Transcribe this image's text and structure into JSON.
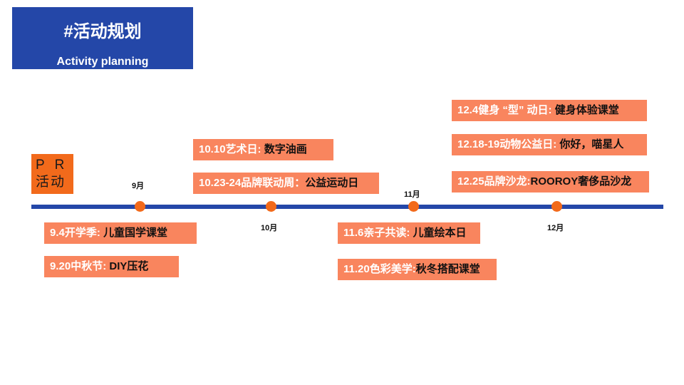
{
  "header": {
    "title": "#活动规划",
    "subtitle": "Activity planning"
  },
  "pr_box": {
    "line1": "PR",
    "line2": "活动"
  },
  "months": [
    "9月",
    "10月",
    "11月",
    "12月"
  ],
  "events": [
    {
      "label": "9.4开学季: ",
      "desc": "儿童国学课堂"
    },
    {
      "label": "9.20中秋节: ",
      "desc": " DIY压花"
    },
    {
      "label": "10.10艺术日: ",
      "desc": "数字油画"
    },
    {
      "label": "10.23-24品牌联动周：",
      "desc": "公益运动日"
    },
    {
      "label": "11.6亲子共读: ",
      "desc": "儿童绘本日"
    },
    {
      "label": "11.20色彩美学:",
      "desc": "秋冬搭配课堂"
    },
    {
      "label": "12.4健身 “型” 动日: ",
      "desc": "健身体验课堂"
    },
    {
      "label": "12.18-19动物公益日: ",
      "desc": "你好，喵星人"
    },
    {
      "label": "12.25品牌沙龙:",
      "desc": "ROOROY奢侈品沙龙"
    }
  ],
  "colors": {
    "header_bg": "#2447a8",
    "accent": "#f26a1b",
    "event_bg": "#f9855e",
    "timeline": "#2447a8"
  }
}
